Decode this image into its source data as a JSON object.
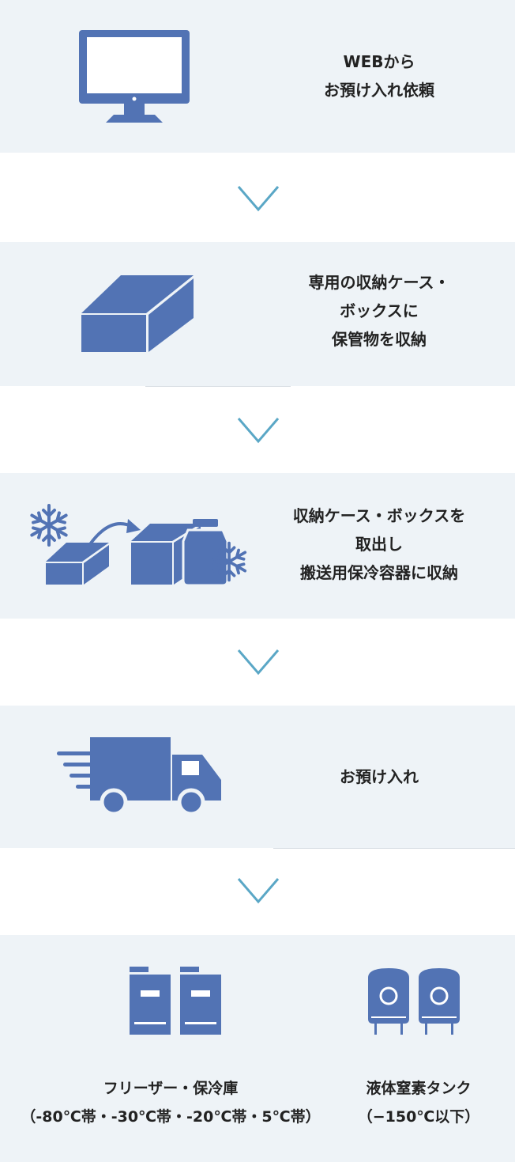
{
  "colors": {
    "panel": "#eef3f7",
    "icon": "#5273b4",
    "arrow": "#5aa7c6",
    "text": "#222222"
  },
  "steps": [
    {
      "icon": "monitor-icon",
      "lines": [
        "WEBから",
        "お預け入れ依頼"
      ]
    },
    {
      "icon": "box-icon",
      "lines": [
        "専用の収納ケース・",
        "ボックスに",
        "保管物を収納"
      ]
    },
    {
      "icon": "transfer-icon",
      "lines": [
        "収納ケース・ボックスを",
        "取出し",
        "搬送用保冷容器に収納"
      ]
    },
    {
      "icon": "truck-icon",
      "lines": [
        "お預け入れ"
      ]
    }
  ],
  "destinations": [
    {
      "icon": "freezer-icon",
      "lines": [
        "フリーザー・保冷庫",
        "（-80℃帯・-30℃帯・-20℃帯・5℃帯）"
      ]
    },
    {
      "icon": "nitrogen-tank-icon",
      "lines": [
        "液体窒素タンク",
        "（−150℃以下）"
      ]
    }
  ]
}
